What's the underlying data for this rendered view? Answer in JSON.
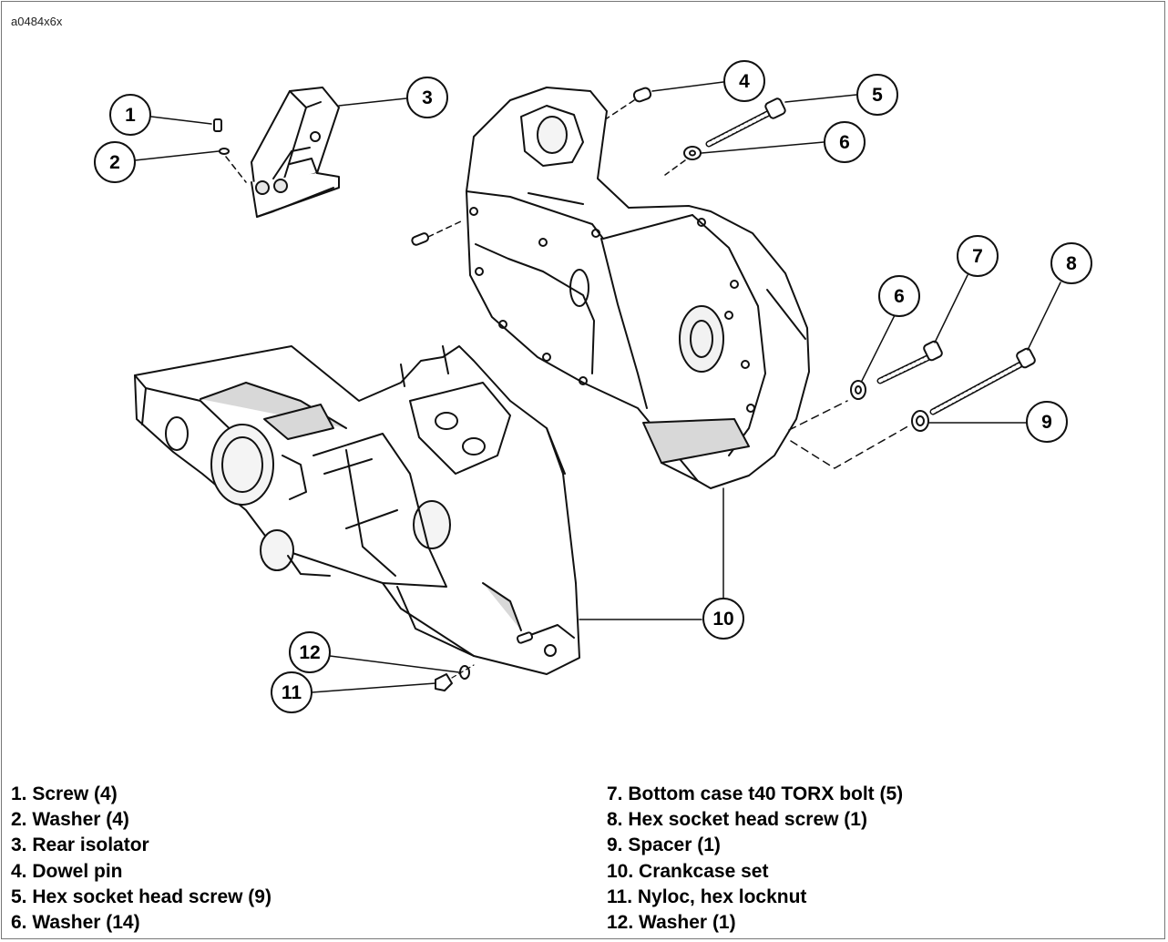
{
  "image_code": "a0484x6x",
  "callouts": [
    "1",
    "2",
    "3",
    "4",
    "5",
    "6",
    "6",
    "7",
    "8",
    "9",
    "10",
    "11",
    "12"
  ],
  "legend": {
    "left": [
      "1. Screw (4)",
      "2. Washer (4)",
      "3. Rear isolator",
      "4. Dowel pin",
      "5. Hex socket head screw (9)",
      "6. Washer (14)"
    ],
    "right": [
      "7. Bottom case t40 TORX bolt (5)",
      "8. Hex socket head screw (1)",
      "9. Spacer (1)",
      "10. Crankcase set",
      "11. Nyloc, hex locknut",
      "12. Washer (1)"
    ]
  },
  "colors": {
    "line": "#111111",
    "shade": "#d8d8d8",
    "frame": "#777777"
  }
}
